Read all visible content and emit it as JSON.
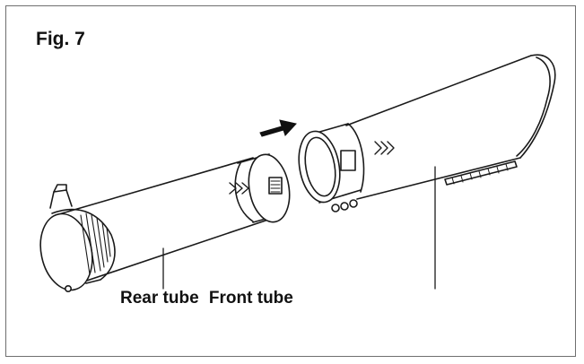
{
  "figure": {
    "title": "Fig. 7",
    "labels": {
      "rear_tube": "Rear tube",
      "front_tube": "Front tube"
    },
    "colors": {
      "line": "#1a1a1a",
      "fill": "#ffffff",
      "arrow": "#111111",
      "frame": "#6f6f6f"
    },
    "icons": [
      "push-direction-arrow-icon",
      "chevron-arrow-marks-icon",
      "latch-clip-icon"
    ]
  }
}
